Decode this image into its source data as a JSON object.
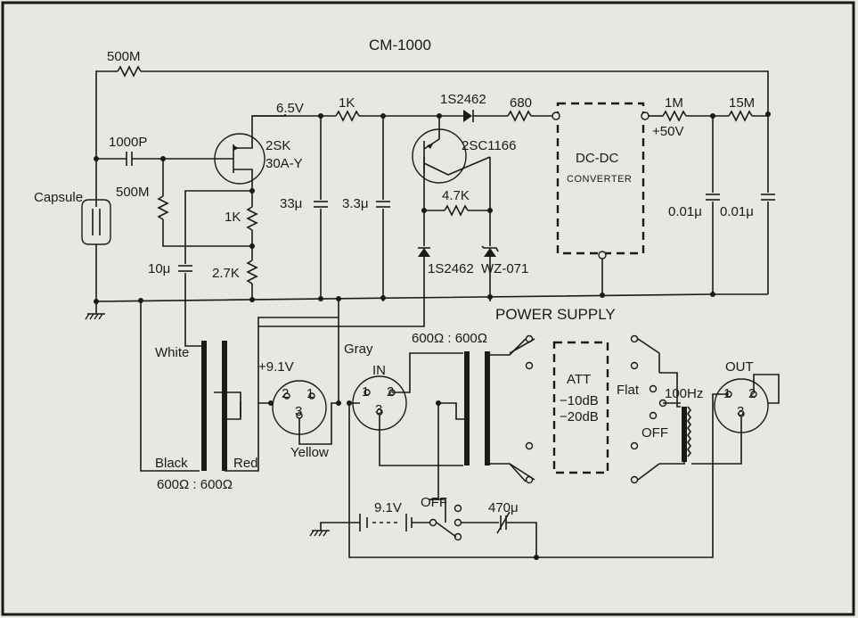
{
  "title": "CM-1000",
  "power_supply_title": "POWER SUPPLY",
  "labels": {
    "r_500m_top": "500M",
    "c_1000p": "1000P",
    "capsule": "Capsule",
    "r_500m_left": "500M",
    "c_10u": "10μ",
    "fet_name": "2SK",
    "fet_type": "30A-Y",
    "v_6v5": "6.5V",
    "r_1k_top": "1K",
    "r_1k_src": "1K",
    "r_2k7": "2.7K",
    "c_33u": "33μ",
    "c_3u3": "3.3μ",
    "d_1s2462_top": "1S2462",
    "r_680": "680",
    "trans_2sc1166": "2SC1166",
    "r_4k7": "4.7K",
    "d_1s2462_bot": "1S2462",
    "zener_wz071": "WZ-071",
    "dcdc_line1": "DC-DC",
    "dcdc_line2": "CONVERTER",
    "r_1m": "1M",
    "v_50v": "+50V",
    "r_15m": "15M",
    "c_001u_a": "0.01μ",
    "c_001u_b": "0.01μ",
    "white": "White",
    "black": "Black",
    "red": "Red",
    "v_9v1": "+9.1V",
    "gray": "Gray",
    "yellow": "Yellow",
    "imp_left": "600Ω : 600Ω",
    "imp_right": "600Ω : 600Ω",
    "in": "IN",
    "out": "OUT",
    "att": "ATT",
    "att_10db": "−10dB",
    "att_20db": "−20dB",
    "flat": "Flat",
    "hz100": "100Hz",
    "off_filter": "OFF",
    "battery": "9.1V",
    "off_switch": "OFF",
    "c_470u": "470μ",
    "pin1": "1",
    "pin2": "2",
    "pin3": "3"
  }
}
